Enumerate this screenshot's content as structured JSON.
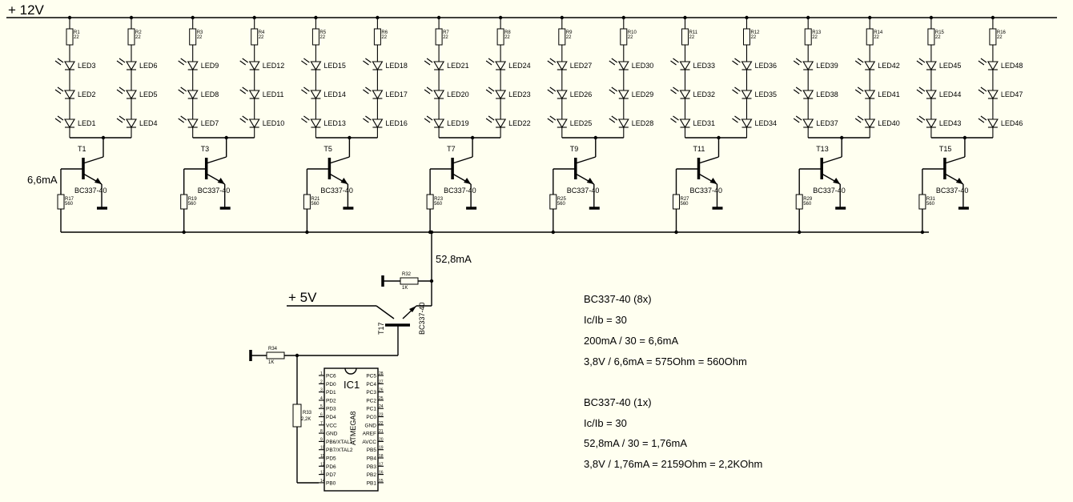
{
  "rails": {
    "v12": "+ 12V",
    "v5": "+ 5V"
  },
  "currents": {
    "base_each": "6,6mA",
    "total": "52,8mA"
  },
  "columns": [
    {
      "transistor": "T1",
      "model": "BC337-40",
      "r_base": "R17",
      "r_base_val": "560",
      "leds": [
        {
          "r": "R1",
          "rv": "22",
          "leds": [
            "LED3",
            "LED2",
            "LED1"
          ]
        },
        {
          "r": "R2",
          "rv": "22",
          "leds": [
            "LED6",
            "LED5",
            "LED4"
          ]
        }
      ]
    },
    {
      "transistor": "T3",
      "model": "BC337-40",
      "r_base": "R19",
      "r_base_val": "560",
      "leds": [
        {
          "r": "R3",
          "rv": "22",
          "leds": [
            "LED9",
            "LED8",
            "LED7"
          ]
        },
        {
          "r": "R4",
          "rv": "22",
          "leds": [
            "LED12",
            "LED11",
            "LED10"
          ]
        }
      ]
    },
    {
      "transistor": "T5",
      "model": "BC337-40",
      "r_base": "R21",
      "r_base_val": "560",
      "leds": [
        {
          "r": "R5",
          "rv": "22",
          "leds": [
            "LED15",
            "LED14",
            "LED13"
          ]
        },
        {
          "r": "R6",
          "rv": "22",
          "leds": [
            "LED18",
            "LED17",
            "LED16"
          ]
        }
      ]
    },
    {
      "transistor": "T7",
      "model": "BC337-40",
      "r_base": "R23",
      "r_base_val": "560",
      "leds": [
        {
          "r": "R7",
          "rv": "22",
          "leds": [
            "LED21",
            "LED20",
            "LED19"
          ]
        },
        {
          "r": "R8",
          "rv": "22",
          "leds": [
            "LED24",
            "LED23",
            "LED22"
          ]
        }
      ]
    },
    {
      "transistor": "T9",
      "model": "BC337-40",
      "r_base": "R25",
      "r_base_val": "560",
      "leds": [
        {
          "r": "R9",
          "rv": "22",
          "leds": [
            "LED27",
            "LED26",
            "LED25"
          ]
        },
        {
          "r": "R10",
          "rv": "22",
          "leds": [
            "LED30",
            "LED29",
            "LED28"
          ]
        }
      ]
    },
    {
      "transistor": "T11",
      "model": "BC337-40",
      "r_base": "R27",
      "r_base_val": "560",
      "leds": [
        {
          "r": "R11",
          "rv": "22",
          "leds": [
            "LED33",
            "LED32",
            "LED31"
          ]
        },
        {
          "r": "R12",
          "rv": "22",
          "leds": [
            "LED36",
            "LED35",
            "LED34"
          ]
        }
      ]
    },
    {
      "transistor": "T13",
      "model": "BC337-40",
      "r_base": "R29",
      "r_base_val": "560",
      "leds": [
        {
          "r": "R13",
          "rv": "22",
          "leds": [
            "LED39",
            "LED38",
            "LED37"
          ]
        },
        {
          "r": "R14",
          "rv": "22",
          "leds": [
            "LED42",
            "LED41",
            "LED40"
          ]
        }
      ]
    },
    {
      "transistor": "T15",
      "model": "BC337-40",
      "r_base": "R31",
      "r_base_val": "560",
      "leds": [
        {
          "r": "R15",
          "rv": "22",
          "leds": [
            "LED45",
            "LED44",
            "LED43"
          ]
        },
        {
          "r": "R16",
          "rv": "22",
          "leds": [
            "LED48",
            "LED47",
            "LED46"
          ]
        }
      ]
    }
  ],
  "driver": {
    "transistor": "T17",
    "model": "BC337-40",
    "r32": "R32",
    "r32_val": "1K",
    "r34": "R34",
    "r34_val": "1K",
    "r33": "R33",
    "r33_val": "2,2K"
  },
  "ic": {
    "name": "IC1",
    "part": "ATMEGA8",
    "left_pins": [
      {
        "n": "1",
        "name": "PC6"
      },
      {
        "n": "2",
        "name": "PD0"
      },
      {
        "n": "3",
        "name": "PD1"
      },
      {
        "n": "4",
        "name": "PD2"
      },
      {
        "n": "5",
        "name": "PD3"
      },
      {
        "n": "6",
        "name": "PD4"
      },
      {
        "n": "7",
        "name": "VCC"
      },
      {
        "n": "8",
        "name": "GND"
      },
      {
        "n": "9",
        "name": "PB6/XTAL1"
      },
      {
        "n": "10",
        "name": "PB7/XTAL2"
      },
      {
        "n": "11",
        "name": "PD5"
      },
      {
        "n": "12",
        "name": "PD6"
      },
      {
        "n": "13",
        "name": "PD7"
      },
      {
        "n": "14",
        "name": "PB0"
      }
    ],
    "right_pins": [
      {
        "n": "28",
        "name": "PC5"
      },
      {
        "n": "27",
        "name": "PC4"
      },
      {
        "n": "26",
        "name": "PC3"
      },
      {
        "n": "25",
        "name": "PC2"
      },
      {
        "n": "24",
        "name": "PC1"
      },
      {
        "n": "23",
        "name": "PC0"
      },
      {
        "n": "22",
        "name": "GND"
      },
      {
        "n": "21",
        "name": "AREF"
      },
      {
        "n": "20",
        "name": "AVCC"
      },
      {
        "n": "19",
        "name": "PB5"
      },
      {
        "n": "18",
        "name": "PB4"
      },
      {
        "n": "17",
        "name": "PB3"
      },
      {
        "n": "16",
        "name": "PB2"
      },
      {
        "n": "15",
        "name": "PB1"
      }
    ]
  },
  "notes": {
    "block1": [
      "BC337-40 (8x)",
      "Ic/Ib = 30",
      "200mA / 30 = 6,6mA",
      "3,8V / 6,6mA = 575Ohm = 560Ohm"
    ],
    "block2": [
      "BC337-40 (1x)",
      "Ic/Ib = 30",
      "52,8mA / 30 = 1,76mA",
      "3,8V / 1,76mA = 2159Ohm = 2,2KOhm"
    ]
  }
}
